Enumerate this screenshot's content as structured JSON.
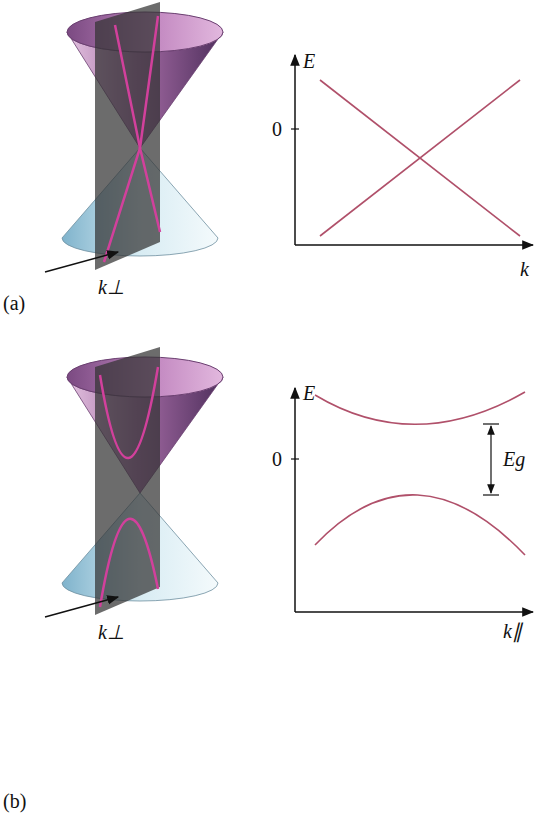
{
  "diagram": {
    "labels": [
      "E",
      "0",
      "k",
      "k⊥",
      "(a)",
      "E",
      "0",
      "Eg",
      "k∥",
      "k⊥",
      "(b)"
    ]
  }
}
